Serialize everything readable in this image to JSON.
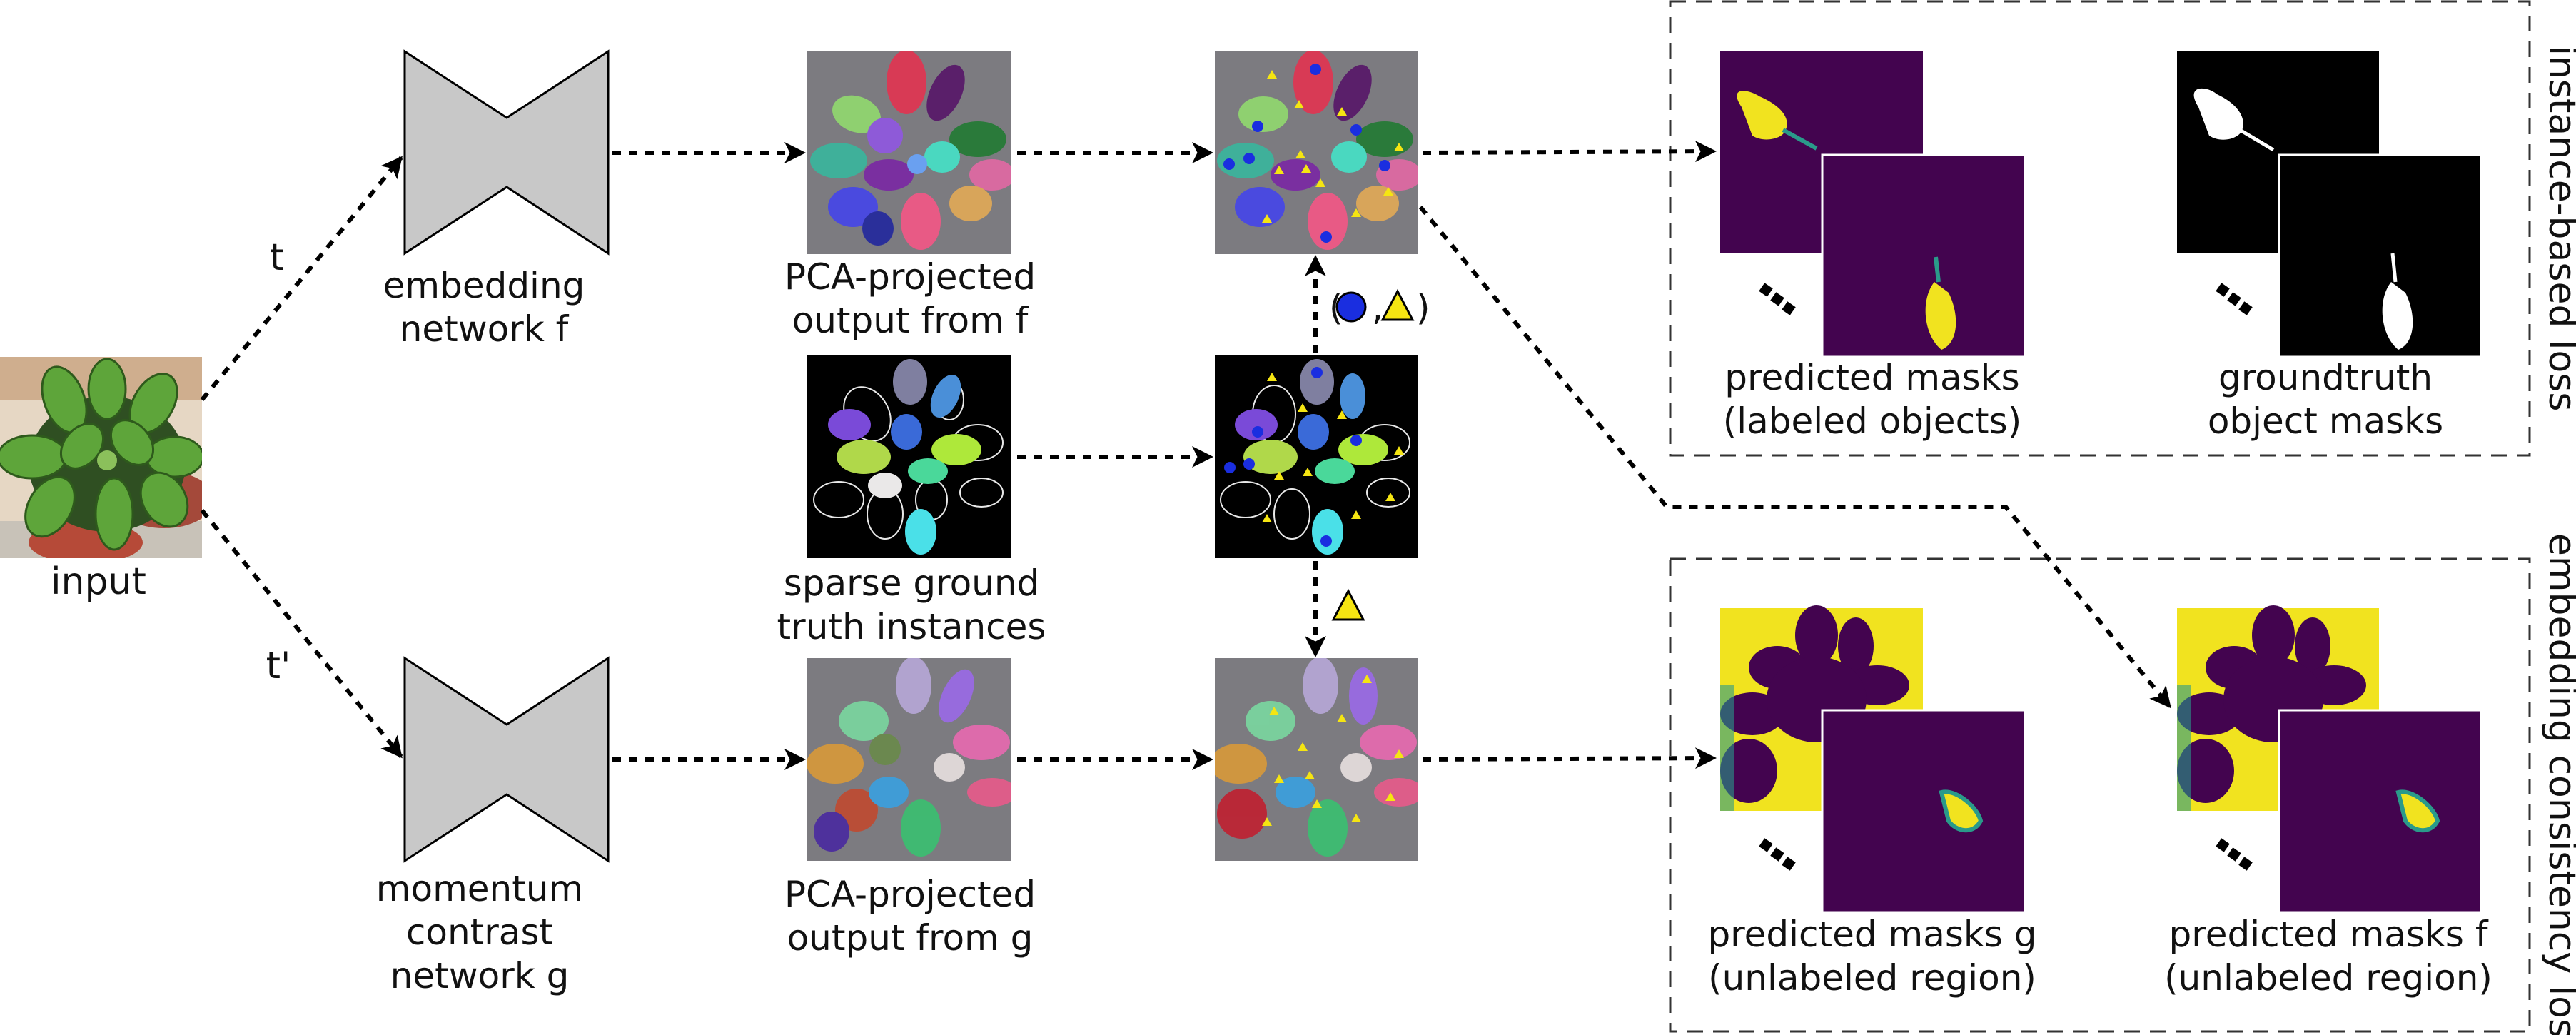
{
  "labels": {
    "input": "input",
    "t": "t",
    "t_prime": "t'",
    "embedding_network": [
      "embedding",
      "network f"
    ],
    "momentum_network": [
      "momentum",
      "contrast",
      "network g"
    ],
    "pca_f": [
      "PCA-projected",
      "output from f"
    ],
    "pca_g": [
      "PCA-projected",
      "output from g"
    ],
    "sparse_gt": [
      "sparse ground",
      "truth instances"
    ],
    "paren_open": "(",
    "comma": ",",
    "paren_close": ")",
    "pred_labeled": [
      "predicted masks",
      "(labeled objects)"
    ],
    "gt_masks": [
      "groundtruth",
      "object masks"
    ],
    "pred_g": [
      "predicted masks g",
      "(unlabeled region)"
    ],
    "pred_f": [
      "predicted masks f",
      "(unlabeled region)"
    ],
    "instance_loss": "instance-based loss",
    "embedding_loss": "embedding consistency loss"
  },
  "colors": {
    "network_fill": "#c8c8c8",
    "pca_bg": "#7c7b80",
    "mask_bg": "#43044f",
    "mask_yellow": "#f1e31f",
    "teal": "#2a9a8a",
    "blue_marker": "#1a2ee0",
    "yellow_marker": "#f5e512",
    "plant_green": "#5ea53a",
    "pot_red": "#b64a38"
  },
  "icons": [
    "dashed-arrow",
    "blue-dot-icon",
    "yellow-triangle-icon",
    "ellipsis-dots"
  ]
}
